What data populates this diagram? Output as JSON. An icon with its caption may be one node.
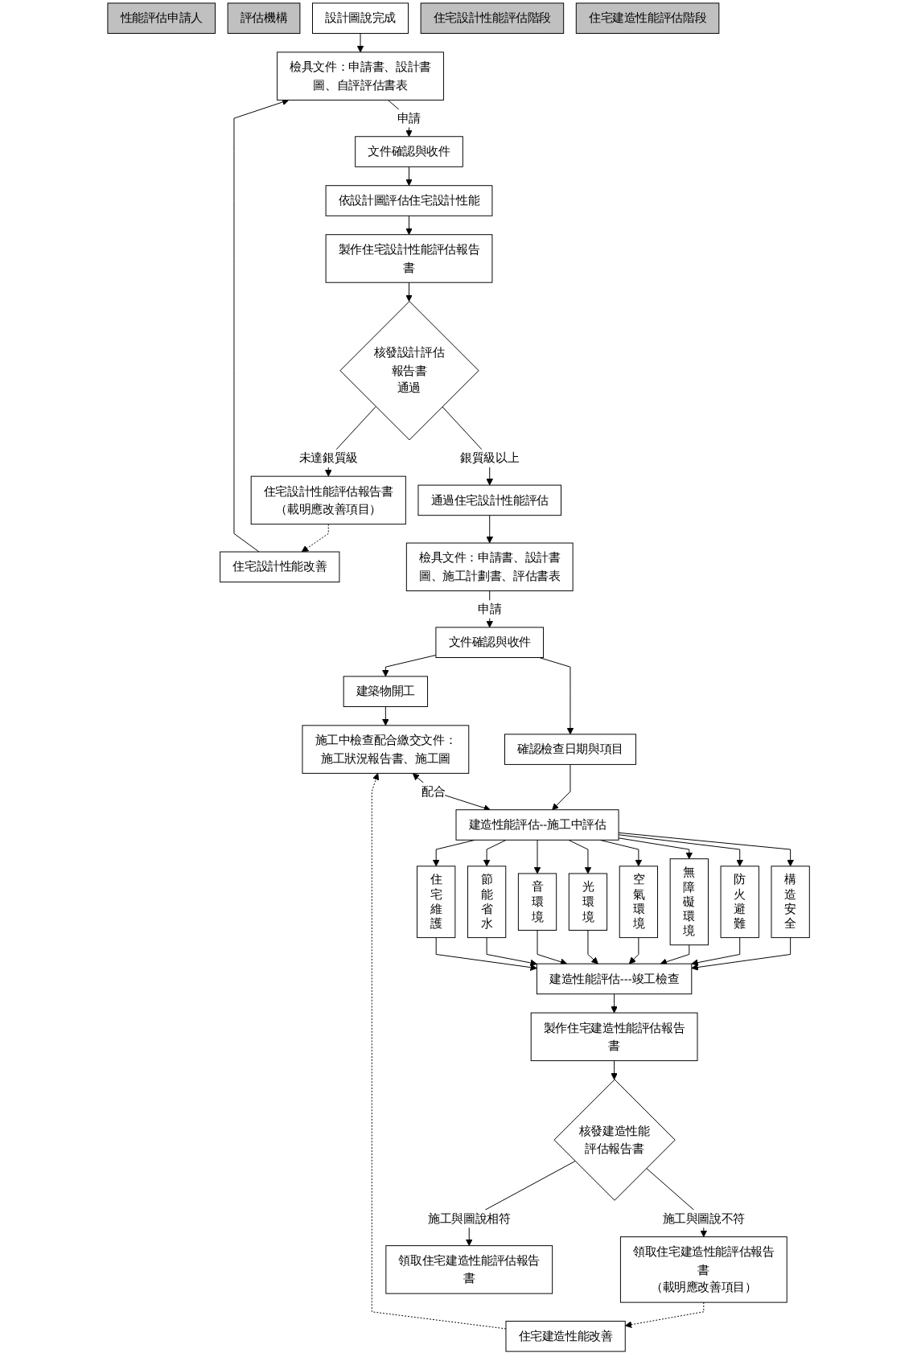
{
  "diagram": {
    "nodes": [
      {
        "text": [
          "性能評估申請人"
        ]
      },
      {
        "text": [
          "評估機構"
        ]
      },
      {
        "text": [
          "設計圖說完成"
        ]
      },
      {
        "text": [
          "住宅設計性能評估階段"
        ]
      },
      {
        "text": [
          "檢具文件：申請書、設計書圖、自評評估書表"
        ]
      },
      {
        "text": [
          "文件確認與收件"
        ]
      },
      {
        "text": [
          "依設計圖評估住宅設計性能"
        ]
      },
      {
        "text": [
          "住宅設計性能改善"
        ]
      },
      {
        "text": [
          "製作住宅設計性能評估報告書"
        ]
      },
      {
        "text": [
          "住宅設計性能評估報告書",
          "（載明應改善項目）"
        ]
      },
      {
        "text": [
          "核發設計評估報告書",
          "通過"
        ]
      },
      {
        "text": [
          "通過住宅設計性能評估"
        ]
      },
      {
        "text": [
          "住宅建造性能評估階段"
        ]
      },
      {
        "text": [
          "檢具文件：申請書、設計書圖、施工計劃書、評估書表"
        ]
      },
      {
        "text": [
          "文件確認與收件"
        ]
      },
      {
        "text": [
          "確認檢查日期與項目"
        ]
      },
      {
        "text": [
          "建築物開工"
        ]
      },
      {
        "text": [
          "建造性能評估--施工中評估"
        ]
      },
      {
        "text": [
          "施工中檢查配合繳交文件：",
          "施工狀況報告書、施工圖"
        ]
      },
      {
        "text": [
          "構造安全"
        ]
      },
      {
        "text": [
          "防火避難"
        ]
      },
      {
        "text": [
          "無障礙環境"
        ]
      },
      {
        "text": [
          "空氣環境"
        ]
      },
      {
        "text": [
          "光環境"
        ]
      },
      {
        "text": [
          "音環境"
        ]
      },
      {
        "text": [
          "節能省水"
        ]
      },
      {
        "text": [
          "住宅維護"
        ]
      },
      {
        "text": [
          "住宅建造性能改善"
        ]
      },
      {
        "text": [
          "建造性能評估---竣工檢查"
        ]
      },
      {
        "text": [
          "製作住宅建造性能評估報告書"
        ]
      },
      {
        "text": [
          "領取住宅建造性能評估報告書",
          "（載明應改善項目）"
        ]
      },
      {
        "text": [
          "核發建造性能評估報告書"
        ]
      },
      {
        "text": [
          "領取住宅建造性能評估報告書"
        ]
      }
    ],
    "edges": [
      {
        "from": 2,
        "to": 4,
        "arrow": "to"
      },
      {
        "from": 4,
        "to": 5,
        "arrow": "to",
        "label": "申請"
      },
      {
        "from": 5,
        "to": 6,
        "arrow": "to"
      },
      {
        "from": 6,
        "to": 8,
        "arrow": "to"
      },
      {
        "from": 8,
        "to": 10,
        "arrow": "to"
      },
      {
        "from": 10,
        "to": 9,
        "arrow": "to",
        "label": "未達銀質級"
      },
      {
        "from": 9,
        "to": 7,
        "arrow": "to",
        "style": "dashed"
      },
      {
        "from": 7,
        "to": 4,
        "arrow": "to"
      },
      {
        "from": 10,
        "to": 11,
        "arrow": "to",
        "label": "銀質級以上"
      },
      {
        "from": 11,
        "to": 13,
        "arrow": "to"
      },
      {
        "from": 13,
        "to": 14,
        "arrow": "to",
        "label": "申請"
      },
      {
        "from": 14,
        "to": 16,
        "arrow": "to"
      },
      {
        "from": 14,
        "to": 15,
        "arrow": "to"
      },
      {
        "from": 15,
        "to": 17,
        "arrow": "to"
      },
      {
        "from": 16,
        "to": 18,
        "arrow": "to"
      },
      {
        "from": 18,
        "to": 17,
        "arrow": "both",
        "label": "配合"
      },
      {
        "from": 17,
        "to": 19,
        "arrow": "to"
      },
      {
        "from": 17,
        "to": 20,
        "arrow": "to"
      },
      {
        "from": 17,
        "to": 21,
        "arrow": "to"
      },
      {
        "from": 17,
        "to": 22,
        "arrow": "to"
      },
      {
        "from": 17,
        "to": 23,
        "arrow": "to"
      },
      {
        "from": 17,
        "to": 24,
        "arrow": "to"
      },
      {
        "from": 17,
        "to": 25,
        "arrow": "to"
      },
      {
        "from": 17,
        "to": 26,
        "arrow": "to"
      },
      {
        "from": 19,
        "to": 28,
        "arrow": "to"
      },
      {
        "from": 20,
        "to": 28,
        "arrow": "to"
      },
      {
        "from": 21,
        "to": 28,
        "arrow": "to"
      },
      {
        "from": 22,
        "to": 28,
        "arrow": "to"
      },
      {
        "from": 23,
        "to": 28,
        "arrow": "to"
      },
      {
        "from": 24,
        "to": 28,
        "arrow": "to"
      },
      {
        "from": 25,
        "to": 28,
        "arrow": "to"
      },
      {
        "from": 26,
        "to": 28,
        "arrow": "to"
      },
      {
        "from": 28,
        "to": 29,
        "arrow": "to"
      },
      {
        "from": 29,
        "to": 31,
        "arrow": "to"
      },
      {
        "from": 31,
        "to": 30,
        "arrow": "to",
        "label": "施工與圖說不符"
      },
      {
        "from": 30,
        "to": 27,
        "arrow": "to",
        "style": "dashed"
      },
      {
        "from": 27,
        "to": 18,
        "arrow": "to",
        "style": "dashed"
      },
      {
        "from": 31,
        "to": 32,
        "arrow": "to",
        "label": "施工與圖說相符"
      }
    ]
  }
}
